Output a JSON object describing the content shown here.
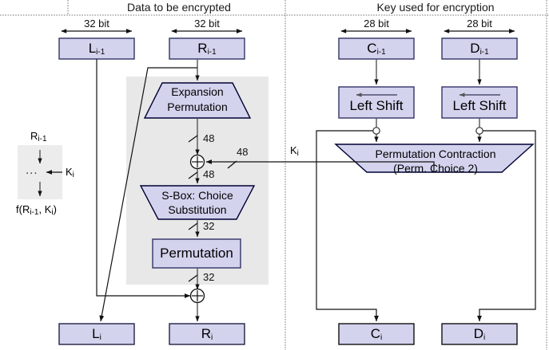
{
  "diagram": {
    "title": "DES single round (Feistel structure with key schedule)",
    "headers": {
      "left": "Data to be encrypted",
      "right": "Key used for encryption"
    },
    "colors": {
      "box_fill": "#d3d3ee",
      "box_stroke": "#333366",
      "shape_fill": "#d3d3ee",
      "shape_stroke": "#000033",
      "panel_fill": "#e8e8e8",
      "line": "#555555",
      "dark_line": "#000000",
      "divider": "#666666",
      "text": "#000000"
    },
    "widths": {
      "data_left": "32 bit",
      "data_right": "32 bit",
      "key_left": "28 bit",
      "key_right": "28 bit"
    },
    "boxes": {
      "l_prev": {
        "base": "L",
        "sub": "i-1"
      },
      "r_prev": {
        "base": "R",
        "sub": "i-1"
      },
      "c_prev": {
        "base": "C",
        "sub": "i-1"
      },
      "d_prev": {
        "base": "D",
        "sub": "i-1"
      },
      "l_next": {
        "base": "L",
        "sub": "i"
      },
      "r_next": {
        "base": "R",
        "sub": "i"
      },
      "c_next": {
        "base": "C",
        "sub": "i"
      },
      "d_next": {
        "base": "D",
        "sub": "i"
      },
      "left_shift_1": "Left Shift",
      "left_shift_2": "Left Shift",
      "permutation": "Permutation"
    },
    "shapes": {
      "expansion": {
        "line1": "Expansion",
        "line2": "Permutation"
      },
      "sbox": {
        "line1": "S-Box: Choice",
        "line2": "Substitution"
      },
      "contraction": {
        "line1": "Permutation Contraction",
        "line2": "(Perm. Choice 2)"
      }
    },
    "wire_labels": {
      "expansion_out": "48",
      "key_in": "48",
      "xor_out": "48",
      "sbox_out": "32",
      "perm_out": "32",
      "subkey": {
        "base": "K",
        "sub": "i"
      }
    },
    "inset": {
      "input": {
        "base": "R",
        "sub": "i-1"
      },
      "key": {
        "base": "K",
        "sub": "i"
      },
      "dots": "...",
      "output_prefix": "f(R",
      "output_sub1": "i-1",
      "output_mid": ", K",
      "output_sub2": "i",
      "output_suffix": ")"
    },
    "operators": {
      "xor_top": "+",
      "xor_bottom": "+"
    }
  }
}
